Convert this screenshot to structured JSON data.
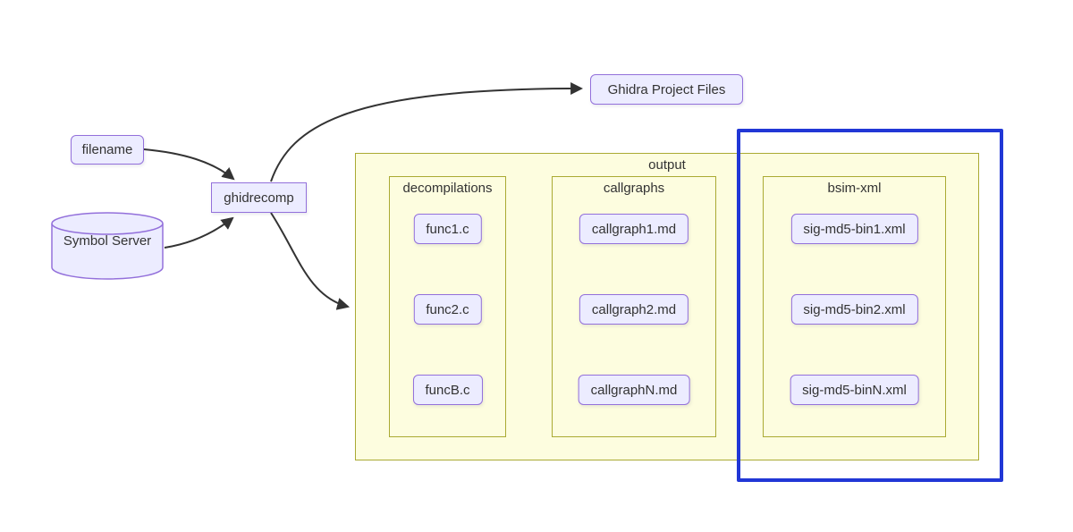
{
  "diagram": {
    "nodes": {
      "filename": {
        "label": "filename",
        "shape": "rounded-rect"
      },
      "symbol_server": {
        "label": "Symbol Server",
        "shape": "cylinder"
      },
      "ghidrecomp": {
        "label": "ghidrecomp",
        "shape": "rect"
      },
      "ghidra_project_files": {
        "label": "Ghidra Project Files",
        "shape": "rounded-rect"
      }
    },
    "edges": [
      {
        "from": "filename",
        "to": "ghidrecomp"
      },
      {
        "from": "symbol_server",
        "to": "ghidrecomp"
      },
      {
        "from": "ghidrecomp",
        "to": "ghidra_project_files"
      },
      {
        "from": "ghidrecomp",
        "to": "output"
      }
    ],
    "output": {
      "label": "output",
      "groups": [
        {
          "label": "decompilations",
          "items": [
            "func1.c",
            "func2.c",
            "funcB.c"
          ]
        },
        {
          "label": "callgraphs",
          "items": [
            "callgraph1.md",
            "callgraph2.md",
            "callgraphN.md"
          ]
        },
        {
          "label": "bsim-xml",
          "items": [
            "sig-md5-bin1.xml",
            "sig-md5-bin2.xml",
            "sig-md5-binN.xml"
          ],
          "highlighted": true
        }
      ]
    },
    "colors": {
      "node_fill": "#ECECFF",
      "node_border": "#9370DB",
      "subgraph_fill": "#FDFDDF",
      "subgraph_border": "#AAAA33",
      "edge": "#333333",
      "text": "#333333",
      "highlight": "#2137D6"
    }
  }
}
